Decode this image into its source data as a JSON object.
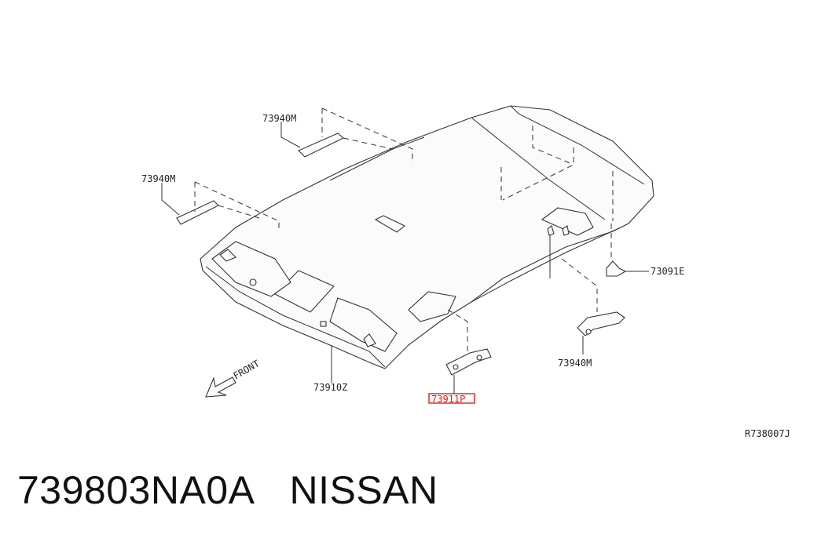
{
  "diagram": {
    "labels": {
      "grip_top": "73940M",
      "grip_left": "73940M",
      "grip_right": "73940M",
      "clip": "73091E",
      "headlining": "73910Z",
      "bracket": "73911P",
      "front": "FRONT",
      "ref_code": "R738007J"
    },
    "highlight_color": "#e02020"
  },
  "caption": {
    "part_number": "739803NA0A",
    "brand": "NISSAN"
  }
}
